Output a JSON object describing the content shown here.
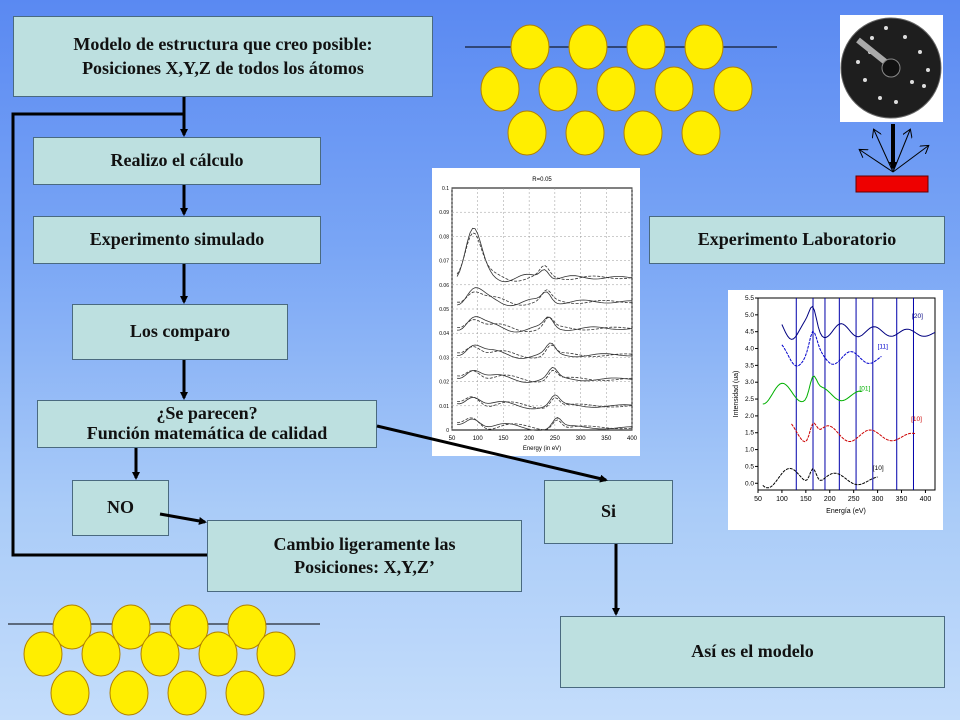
{
  "boxes": {
    "model_line1": "Modelo de estructura que creo posible:",
    "model_line2": "Posiciones X,Y,Z de todos los átomos",
    "calculo": "Realizo el cálculo",
    "simulado": "Experimento simulado",
    "laboratorio": "Experimento Laboratorio",
    "comparo": "Los comparo",
    "parecen_line1": "¿Se parecen?",
    "parecen_line2": "Función matemática de calidad",
    "no": "NO",
    "si": "Si",
    "cambio_line1": "Cambio ligeramente las",
    "cambio_line2": "Posiciones: X,Y,Z’",
    "modelo_final": "Así es el modelo"
  },
  "chart_data": [
    {
      "type": "line",
      "title": "R=0.05",
      "xlabel": "Energy (in eV)",
      "ylabel": "",
      "xlim": [
        50,
        400
      ],
      "ylim": [
        0,
        0.1
      ],
      "x_ticks": [
        "50",
        "100",
        "150",
        "200",
        "250",
        "300",
        "350",
        "400"
      ],
      "y_ticks": [
        "0",
        "0.01",
        "0.02",
        "0.03",
        "0.04",
        "0.05",
        "0.06",
        "0.07",
        "0.08",
        "0.09",
        "0.1"
      ],
      "grid": true
    },
    {
      "type": "line",
      "title": "",
      "xlabel": "Energía (eV)",
      "ylabel": "Intensidad (ua)",
      "xlim": [
        50,
        420
      ],
      "ylim": [
        -0.2,
        5.5
      ],
      "x_ticks": [
        "50",
        "100",
        "150",
        "200",
        "250",
        "300",
        "350",
        "400"
      ],
      "y_ticks": [
        "0.0",
        "0.5",
        "1.0",
        "1.5",
        "2.0",
        "2.5",
        "3.0",
        "3.5",
        "4.0",
        "4.5",
        "5.0",
        "5.5"
      ],
      "series": [
        {
          "name": "[20]",
          "color": "#000080"
        },
        {
          "name": "[11]",
          "color": "#0000cc"
        },
        {
          "name": "[01]",
          "color": "#00b000"
        },
        {
          "name": "[10]",
          "color": "#cc0000"
        },
        {
          "name": "[10]",
          "color": "#000000"
        }
      ],
      "grid": true
    }
  ],
  "colors": {
    "box_fill": "#bde0e0",
    "atom_fill": "#ffee00",
    "atom_stroke": "#b08000",
    "arrow": "#000000",
    "sample": "#ee0000"
  }
}
